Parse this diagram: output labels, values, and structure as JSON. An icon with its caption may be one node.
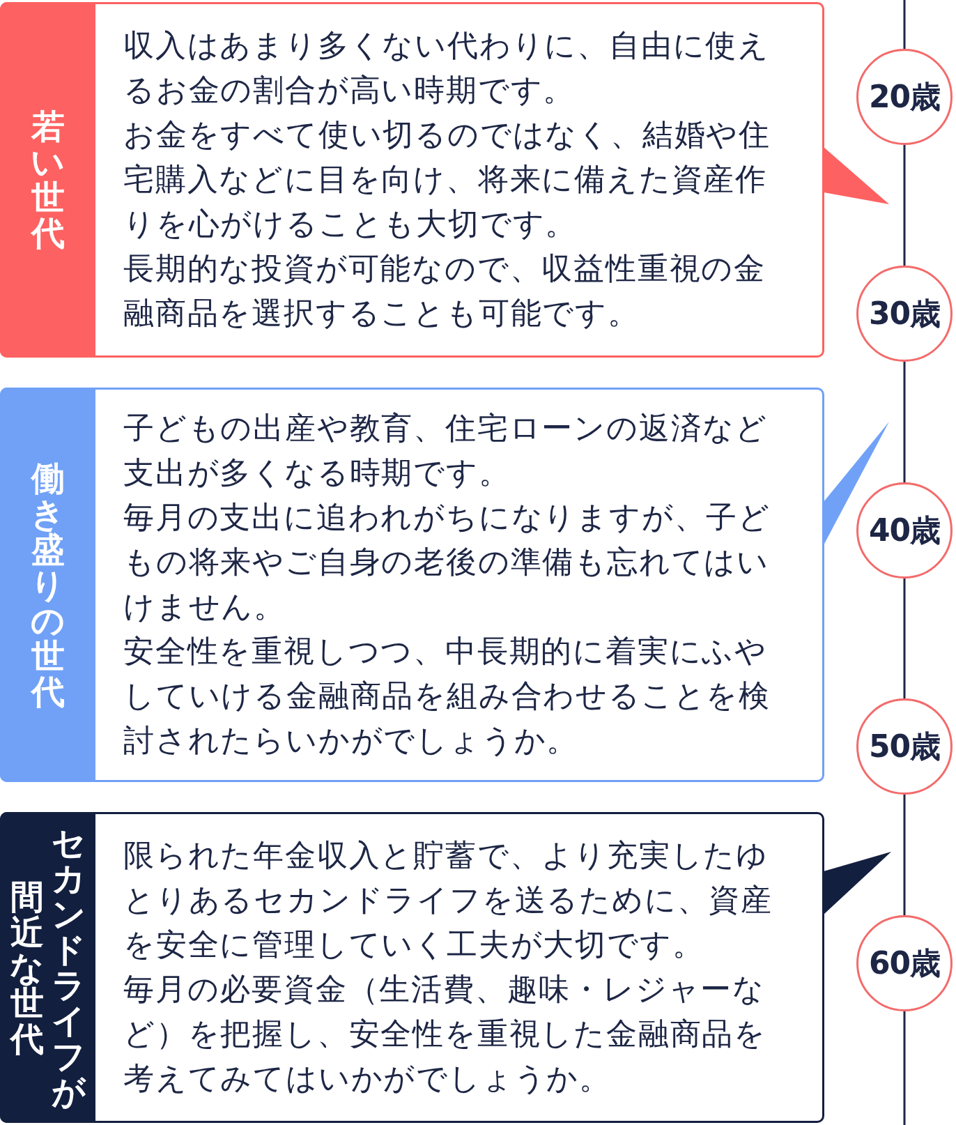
{
  "diagram": {
    "nodes": [
      {
        "text": [
          "若い世代",
          "収入はあまり多くない代わりに、自由に使えるお金の割合が高い時期です。",
          "お金をすべて使い切るのではなく、結婚や住宅購入などに目を向け、将来に備えた資産作りを心がけることも大切です。",
          "長期的な投資が可能なので、収益性重視の金融商品を選択することも可能です。"
        ]
      },
      {
        "text": [
          "働き盛りの世代",
          "子どもの出産や教育、住宅ローンの返済など支出が多くなる時期です。",
          "毎月の支出に追われがちになりますが、子どもの将来やご自身の老後の準備も忘れてはいけません。",
          "安全性を重視しつつ、中長期的に着実にふやしていける金融商品を組み合わせることを検討されたらいかがでしょうか。"
        ]
      },
      {
        "text": [
          "セカンドライフが",
          "間近な世代",
          "限られた年金収入と貯蓄で、より充実したゆとりあるセカンドライフを送るために、資産を安全に管理していく工夫が大切です。",
          "毎月の必要資金（生活費、趣味・レジャーなど）を把握し、安全性を重視した金融商品を考えてみてはいかがでしょうか。"
        ]
      },
      {
        "text": [
          "20歳"
        ]
      },
      {
        "text": [
          "30歳"
        ]
      },
      {
        "text": [
          "40歳"
        ]
      },
      {
        "text": [
          "50歳"
        ]
      },
      {
        "text": [
          "60歳"
        ]
      },
      {
        "text": [],
        "shape": "triangle"
      },
      {
        "text": [],
        "shape": "triangle"
      },
      {
        "text": [],
        "shape": "triangle"
      }
    ],
    "edges": [
      {
        "from": null,
        "to": 3,
        "arrow": "none"
      },
      {
        "from": 3,
        "to": 4,
        "arrow": "none"
      },
      {
        "from": 4,
        "to": 5,
        "arrow": "none"
      },
      {
        "from": 5,
        "to": 6,
        "arrow": "none"
      },
      {
        "from": 6,
        "to": 7,
        "arrow": "none"
      },
      {
        "from": 7,
        "to": null,
        "arrow": "none"
      }
    ]
  }
}
